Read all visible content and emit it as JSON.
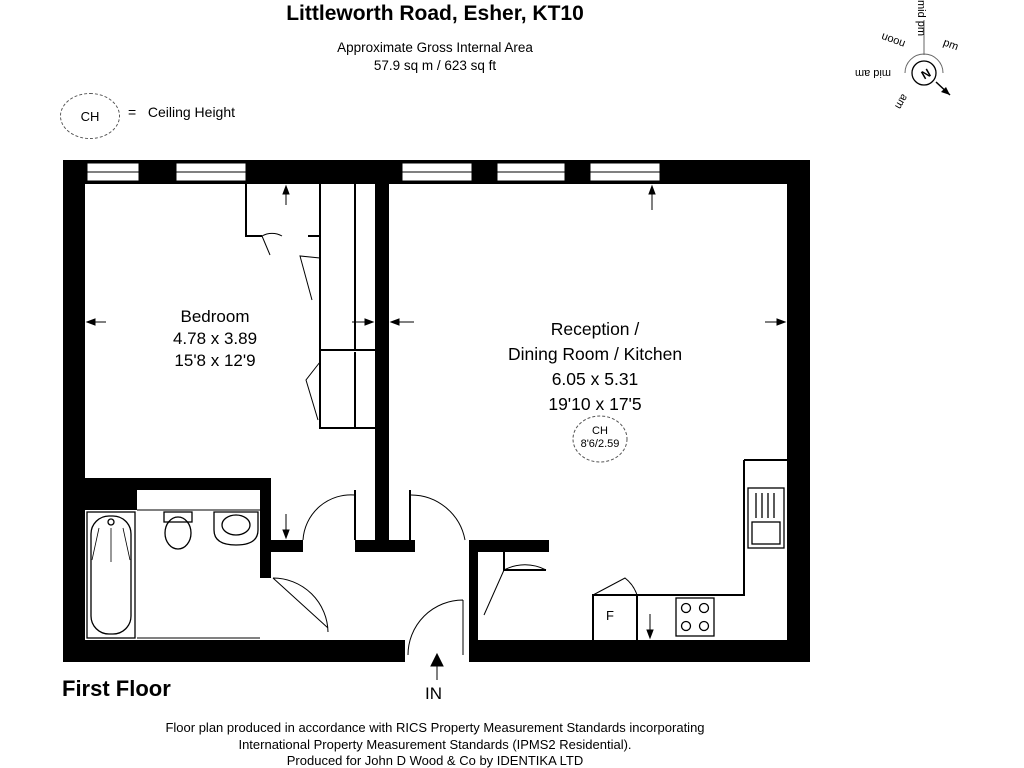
{
  "header": {
    "title": "Littleworth Road, Esher, KT10",
    "area_label": "Approximate Gross Internal Area",
    "area_value": "57.9 sq m / 623 sq ft"
  },
  "legend": {
    "symbol": "CH",
    "equals": "=",
    "text": "Ceiling Height"
  },
  "compass": {
    "labels": [
      "mid pm",
      "pm",
      "noon",
      "mid am",
      "am"
    ],
    "north": "N"
  },
  "rooms": {
    "bedroom": {
      "name": "Bedroom",
      "metric": "4.78 x 3.89",
      "imperial": "15'8 x 12'9"
    },
    "reception": {
      "name_line1": "Reception /",
      "name_line2": "Dining Room / Kitchen",
      "metric": "6.05 x 5.31",
      "imperial": "19'10 x 17'5"
    }
  },
  "ceiling_marker": {
    "label": "CH",
    "value": "8'6/2.59"
  },
  "fridge_label": "F",
  "floor_label": "First Floor",
  "entrance_label": "IN",
  "footer": {
    "line1": "Floor plan produced in accordance with RICS Property Measurement Standards incorporating",
    "line2": "International Property Measurement Standards (IPMS2 Residential).",
    "line3": "Produced for John D Wood & Co by IDENTIKA LTD"
  }
}
